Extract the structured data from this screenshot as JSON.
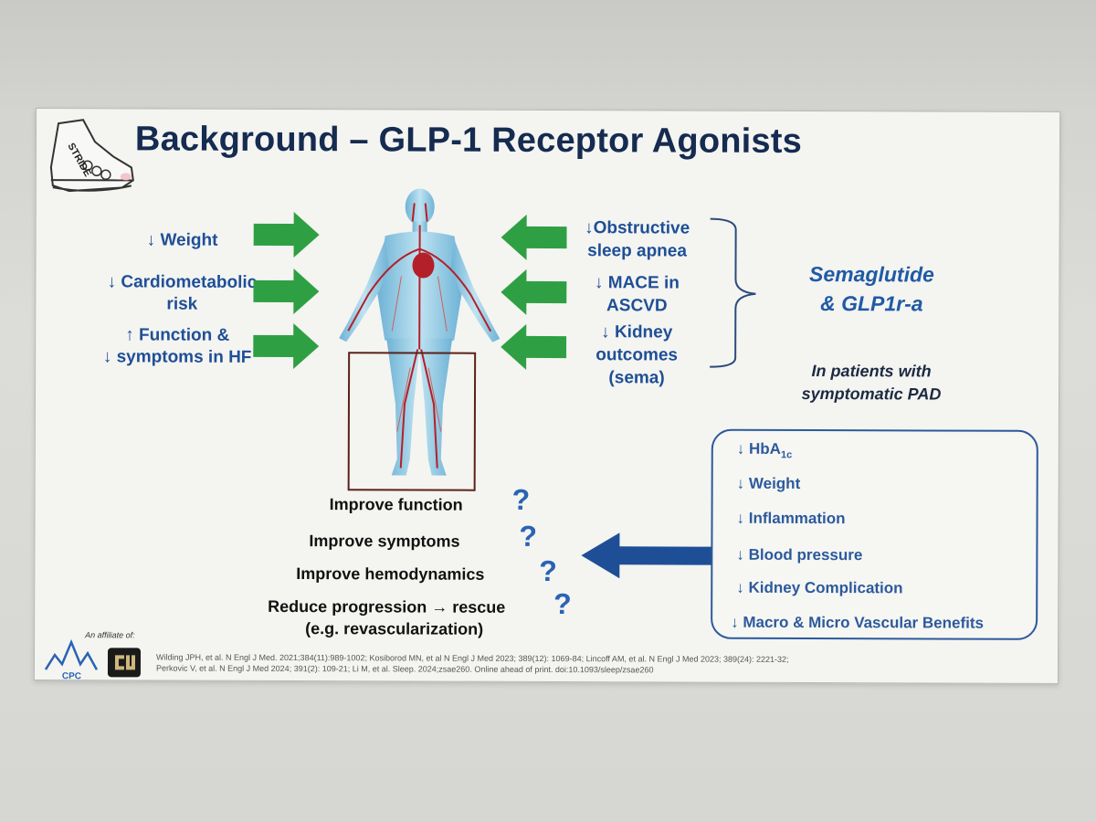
{
  "title": "Background – GLP-1 Receptor Agonists",
  "logo_text": "STRIDE",
  "left_effects": [
    [
      "↓ Weight"
    ],
    [
      "↓  Cardiometabolic",
      "risk"
    ],
    [
      "↑ Function &",
      "↓ symptoms in HF"
    ]
  ],
  "right_effects": [
    [
      "↓Obstructive",
      "sleep apnea"
    ],
    [
      "↓ MACE in",
      "ASCVD"
    ],
    [
      "↓ Kidney",
      "outcomes",
      "(sema)"
    ]
  ],
  "semaglutide": [
    "Semaglutide",
    "& GLP1r-a"
  ],
  "in_patients": [
    "In patients with",
    "symptomatic PAD"
  ],
  "improve_items": [
    "Improve function",
    "Improve symptoms",
    "Improve hemodynamics",
    "Reduce progression → rescue",
    "(e.g. revascularization)"
  ],
  "question_mark": "?",
  "box_items": [
    {
      "arrow": "↓",
      "text": "HbA",
      "sub": "1c"
    },
    {
      "arrow": "↓",
      "text": "Weight"
    },
    {
      "arrow": "↓",
      "text": "Inflammation"
    },
    {
      "arrow": "↓",
      "text": "Blood pressure"
    },
    {
      "arrow": "↓",
      "text": "Kidney Complication"
    },
    {
      "arrow": "↓",
      "text": "Macro & Micro Vascular Benefits"
    }
  ],
  "affiliate": "An affiliate of:",
  "cpc_text": "CPC",
  "references": "Wilding JPH, et al. N Engl J Med. 2021;384(11):989-1002; Kosiborod MN, et al N Engl J Med 2023; 389(12): 1069-84; Lincoff AM, et al. N Engl J Med 2023; 389(24): 2221-32; Perkovic V, et al. N Engl J Med 2024; 391(2): 109-21; Li M, et al. Sleep. 2024;zsae260. Online ahead of print. doi:10.1093/sleep/zsae260",
  "colors": {
    "title": "#152b50",
    "accent_blue": "#1f4f96",
    "green_arrow": "#2ea043",
    "box_blue": "#2c5a9c"
  }
}
